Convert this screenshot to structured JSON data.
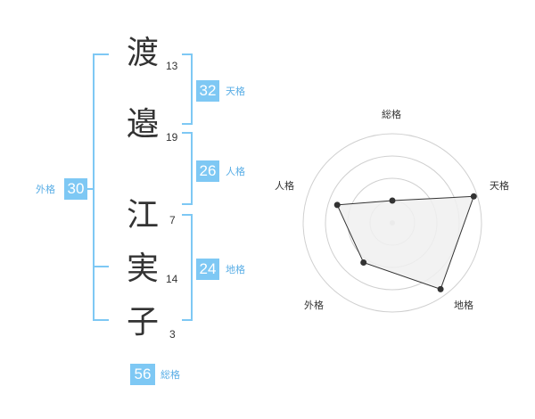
{
  "name_chars": [
    {
      "char": "渡",
      "strokes": "13"
    },
    {
      "char": "邉",
      "strokes": "19"
    },
    {
      "char": "江",
      "strokes": "7"
    },
    {
      "char": "実",
      "strokes": "14"
    },
    {
      "char": "子",
      "strokes": "3"
    }
  ],
  "kaku": {
    "tenkaku": {
      "value": "32",
      "label": "天格"
    },
    "jinkaku": {
      "value": "26",
      "label": "人格"
    },
    "chikaku": {
      "value": "24",
      "label": "地格"
    },
    "gaikaku": {
      "value": "30",
      "label": "外格"
    },
    "soukaku": {
      "value": "56",
      "label": "総格"
    }
  },
  "colors": {
    "accent": "#7ec8f4",
    "accent_text": "#5aaee6",
    "text": "#333333",
    "radar_fill": "#f0f0f0",
    "radar_rings": "#d0d0d0"
  },
  "chart_data": {
    "type": "radar",
    "axes": [
      "総格",
      "天格",
      "地格",
      "外格",
      "人格"
    ],
    "values": [
      0.25,
      0.96,
      0.92,
      0.55,
      0.65
    ],
    "range": [
      0,
      1
    ],
    "rings": 4
  }
}
